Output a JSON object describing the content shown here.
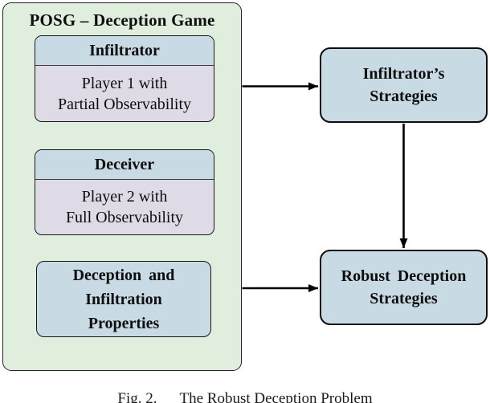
{
  "diagram": {
    "group": {
      "title": "POSG – Deception Game",
      "players": [
        {
          "header": "Infiltrator",
          "body_lines": [
            "Player 1 with",
            "Partial Observability"
          ]
        },
        {
          "header": "Deceiver",
          "body_lines": [
            "Player 2 with",
            "Full Observability"
          ]
        }
      ],
      "properties_box": {
        "lines": [
          "Deception and",
          "Infiltration",
          "Properties"
        ]
      }
    },
    "strategy_boxes": [
      {
        "lines": [
          "Infiltrator’s",
          "Strategies"
        ]
      },
      {
        "lines": [
          "Robust Deception",
          "Strategies"
        ]
      }
    ],
    "colors": {
      "group_fill": "#dfeedd",
      "header_fill": "#c8dae4",
      "body_fill": "#dedae6",
      "box_fill": "#c8dae4",
      "border": "#1a1a1a",
      "arrow": "#000000"
    }
  },
  "caption": {
    "label": "Fig. 2.",
    "text": "The Robust Deception Problem"
  }
}
